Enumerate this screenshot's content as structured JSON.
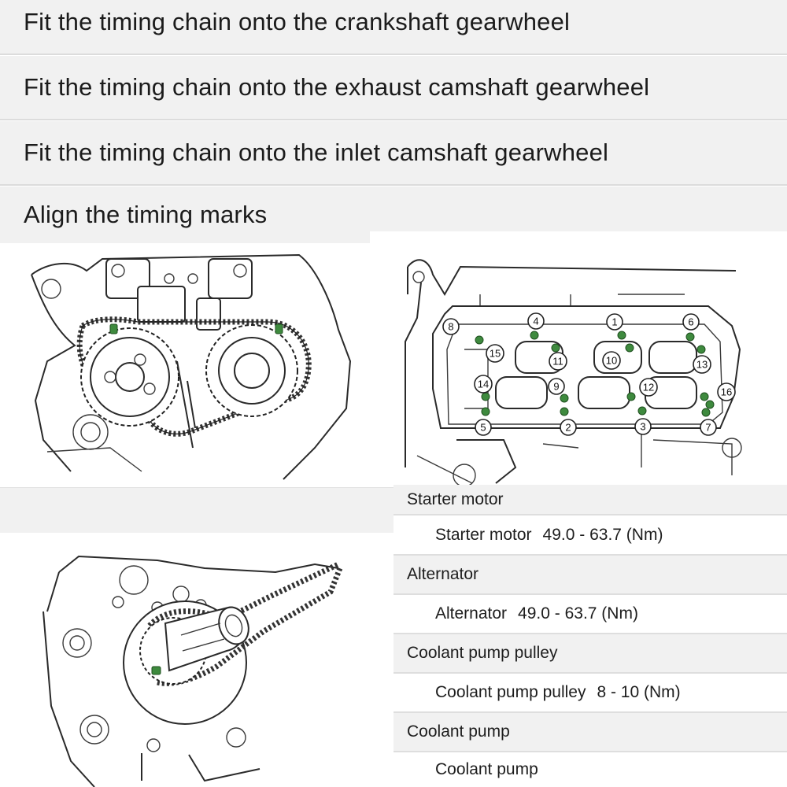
{
  "steps": [
    {
      "text": "Fit the timing chain onto the crankshaft gearwheel"
    },
    {
      "text": "Fit the timing chain onto the exhaust camshaft gearwheel"
    },
    {
      "text": "Fit the timing chain onto the inlet camshaft gearwheel"
    },
    {
      "text": "Align the timing marks"
    }
  ],
  "bolt_sequence": {
    "labels": [
      "1",
      "2",
      "3",
      "4",
      "5",
      "6",
      "7",
      "8",
      "9",
      "10",
      "11",
      "12",
      "13",
      "14",
      "15",
      "16"
    ]
  },
  "torque_specs": [
    {
      "title": "Starter motor",
      "item": "Starter motor",
      "value": "49.0 - 63.7 (Nm)"
    },
    {
      "title": "Alternator",
      "item": "Alternator",
      "value": "49.0 - 63.7 (Nm)"
    },
    {
      "title": "Coolant pump pulley",
      "item": "Coolant pump pulley",
      "value": "8 - 10 (Nm)"
    },
    {
      "title": "Coolant pump",
      "item": "Coolant pump",
      "value": ""
    }
  ],
  "colors": {
    "row_bg": "#f1f1f1",
    "timing_mark": "#3e8a3e"
  }
}
